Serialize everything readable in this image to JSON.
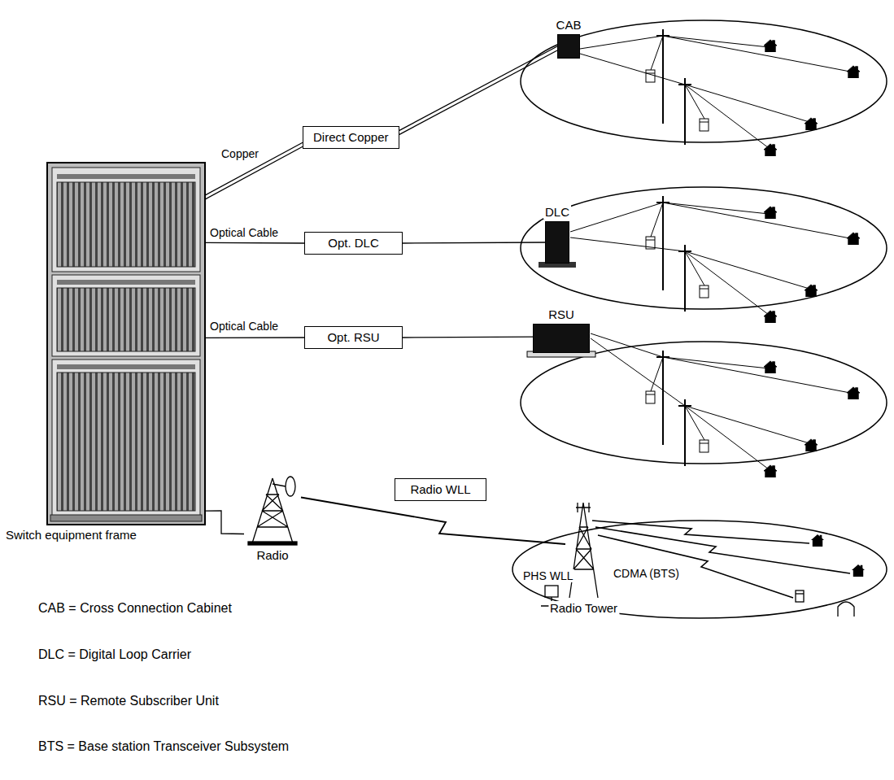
{
  "diagram": {
    "nodes": [
      {
        "text": [
          "CAB"
        ]
      },
      {
        "text": [
          "Direct Copper"
        ]
      },
      {
        "text": [
          "DLC"
        ]
      },
      {
        "text": [
          "Opt. DLC"
        ]
      },
      {
        "text": [
          "RSU"
        ]
      },
      {
        "text": [
          "Opt. RSU"
        ]
      },
      {
        "text": [
          "Radio WLL"
        ]
      },
      {
        "text": [
          "Switch equipment frame"
        ]
      },
      {
        "text": [
          "Radio"
        ]
      },
      {
        "text": [
          "Radio Tower"
        ]
      }
    ],
    "edges": [
      {
        "from": 7,
        "to": 1,
        "label": "Copper",
        "arrow": "none"
      },
      {
        "from": 1,
        "to": 0,
        "arrow": "none"
      },
      {
        "from": 7,
        "to": 3,
        "label": "Optical Cable",
        "arrow": "none"
      },
      {
        "from": 3,
        "to": 2,
        "arrow": "none"
      },
      {
        "from": 7,
        "to": 5,
        "label": "Optical Cable",
        "arrow": "none"
      },
      {
        "from": 5,
        "to": 4,
        "arrow": "none"
      },
      {
        "from": 7,
        "to": 8,
        "arrow": "none"
      },
      {
        "from": 8,
        "to": 9,
        "arrow": "none"
      }
    ],
    "labels": [
      "PHS WLL",
      "CDMA (BTS)",
      "CAB = Cross Connection Cabinet",
      "DLC = Digital Loop Carrier",
      "RSU = Remote Subscriber Unit",
      "BTS = Base station Transceiver Subsystem"
    ]
  }
}
